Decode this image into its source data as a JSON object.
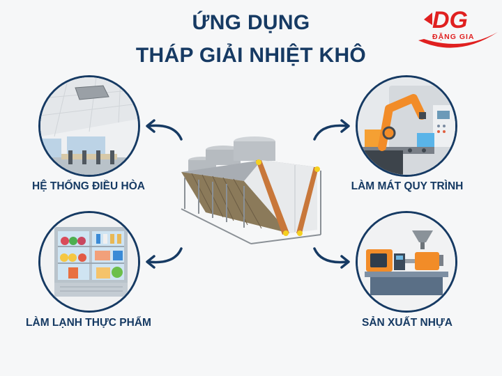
{
  "header": {
    "title_line1": "ỨNG DỤNG",
    "title_line2": "THÁP GIẢI NHIỆT KHÔ"
  },
  "logo": {
    "mark": "DG",
    "brand_name": "ĐẶNG GIA",
    "color": "#e02020"
  },
  "center_image": {
    "icon": "dry-cooler-icon"
  },
  "applications": [
    {
      "label": "HỆ THỐNG ĐIỀU HÒA",
      "icon": "office-air-conditioning-icon"
    },
    {
      "label": "LÀM MÁT QUY TRÌNH",
      "icon": "robotic-arm-icon"
    },
    {
      "label": "LÀM LẠNH THỰC PHẨM",
      "icon": "food-refrigerator-icon"
    },
    {
      "label": "SẢN XUẤT NHỰA",
      "icon": "injection-molding-machine-icon"
    }
  ],
  "colors": {
    "primary": "#163a63",
    "background": "#f6f7f8",
    "accent_orange": "#f28c28",
    "brand_red": "#e02020"
  }
}
